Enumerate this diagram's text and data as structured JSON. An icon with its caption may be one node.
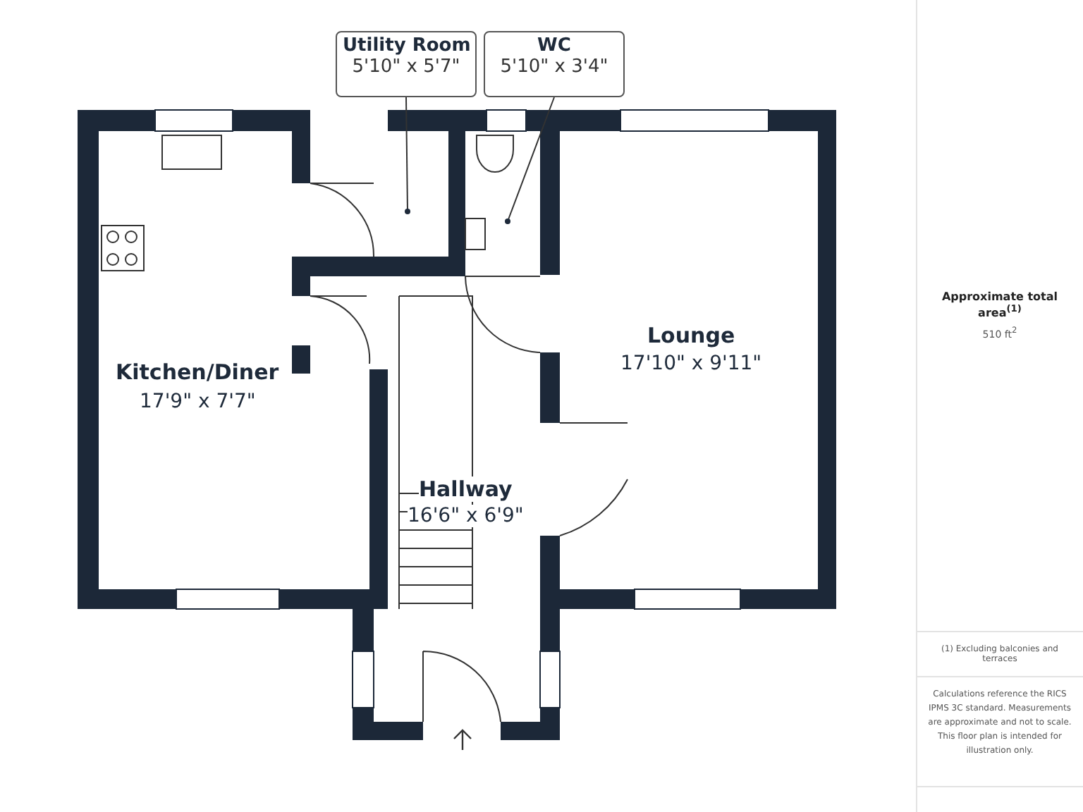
{
  "diagram": {
    "nodes": [
      {
        "text": [
          "Utility Room",
          "5'10\" x 5'7\""
        ]
      },
      {
        "text": [
          "WC",
          "5'10\" x 3'4\""
        ]
      }
    ],
    "edges": [
      {
        "from": 0,
        "to": null,
        "arrow": "other"
      },
      {
        "from": 1,
        "to": null,
        "arrow": "other"
      }
    ],
    "labels": [
      "Kitchen/Diner",
      "17'9\" x 7'7\"",
      "Lounge",
      "17'10\" x 9'11\"",
      "Hallway",
      "16'6\" x 6'9\"",
      "Approximate total area$^{(1)}$",
      "510 ft$^{2}$",
      "(1) Excluding balconies and terraces",
      "Calculations reference the RICS IPMS 3C standard. Measurements are approximate and not to scale. This floor plan is intended for illustration only."
    ]
  }
}
